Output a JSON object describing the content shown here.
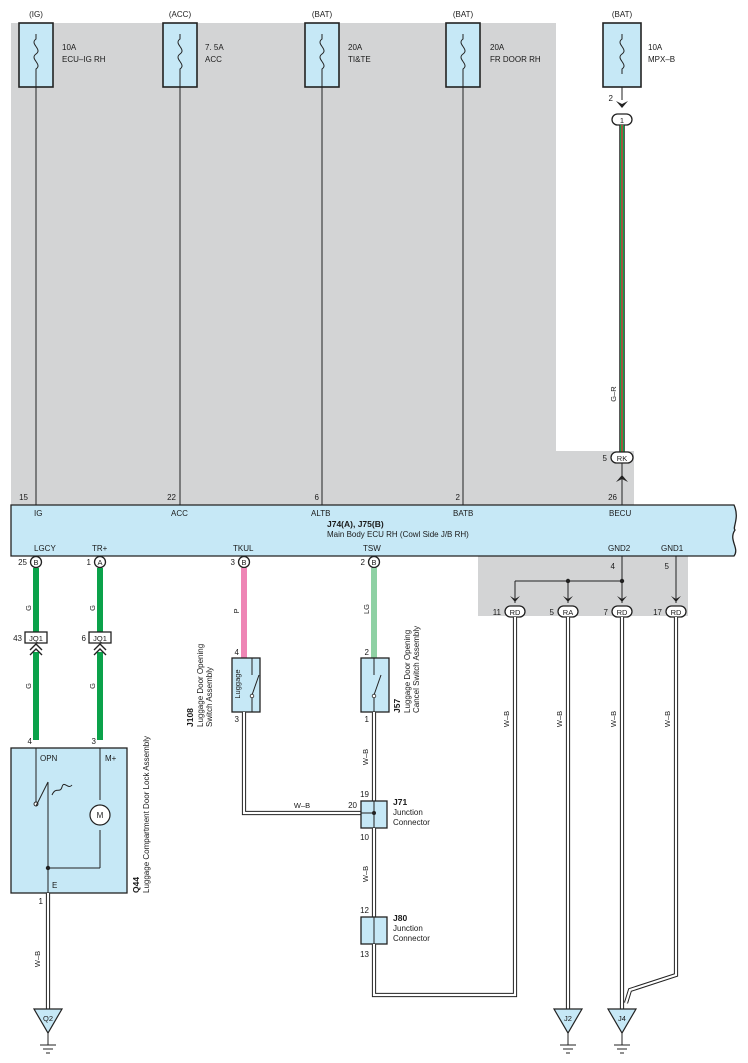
{
  "fuses": [
    {
      "source": "(IG)",
      "rating": "10A",
      "name": "ECU–IG RH"
    },
    {
      "source": "(ACC)",
      "rating": "7. 5A",
      "name": "ACC"
    },
    {
      "source": "(BAT)",
      "rating": "20A",
      "name": "TI&TE"
    },
    {
      "source": "(BAT)",
      "rating": "20A",
      "name": "FR DOOR RH"
    },
    {
      "source": "(BAT)",
      "rating": "10A",
      "name": "MPX–B"
    }
  ],
  "ecu": {
    "title": "J74(A), J75(B)",
    "subtitle": "Main Body ECU RH (Cowl Side J/B RH)",
    "top_pins": [
      {
        "num": "15",
        "label": "IG"
      },
      {
        "num": "22",
        "label": "ACC"
      },
      {
        "num": "6",
        "label": "ALTB"
      },
      {
        "num": "2",
        "label": "BATB"
      },
      {
        "num": "26",
        "label": "BECU"
      }
    ],
    "bottom_pins": [
      {
        "num": "25",
        "letter": "B",
        "label": "LGCY"
      },
      {
        "num": "1",
        "letter": "A",
        "label": "TR+"
      },
      {
        "num": "3",
        "letter": "B",
        "label": "TKUL"
      },
      {
        "num": "2",
        "letter": "B",
        "label": "TSW"
      },
      {
        "num": "4",
        "label": "GND2"
      },
      {
        "num": "5",
        "label": "GND1"
      }
    ]
  },
  "mpx": {
    "pin_top": "2",
    "conn1": "1",
    "wire": "G–R",
    "rk_pin": "5",
    "rk": "RK"
  },
  "wire_colors": {
    "g": "G",
    "p": "P",
    "lg": "LG",
    "wb": "W–B"
  },
  "jq": [
    {
      "pin": "43",
      "name": "JQ1"
    },
    {
      "pin": "6",
      "name": "JQ1"
    }
  ],
  "q44": {
    "code": "Q44",
    "name": "Luggage Compartment Door Lock Assembly",
    "pin_opn": "4",
    "pin_m": "3",
    "label_opn": "OPN",
    "label_m": "M+",
    "label_e": "E",
    "pin_e": "1",
    "motor": "M"
  },
  "j108": {
    "code": "J108",
    "name1": "Luggage Door Opening",
    "name2": "Switch Assembly",
    "inner": "Luggage",
    "pin_top": "4",
    "pin_bottom": "3"
  },
  "j57": {
    "code": "J57",
    "name1": "Luggage Door Opening",
    "name2": "Cancel Switch Assembly",
    "pin_top": "2",
    "pin_bottom": "1"
  },
  "j71": {
    "code": "J71",
    "name1": "Junction",
    "name2": "Connector",
    "pin_top": "19",
    "pin_left": "20",
    "pin_bottom": "10"
  },
  "j80": {
    "code": "J80",
    "name1": "Junction",
    "name2": "Connector",
    "pin_top": "12",
    "pin_bottom": "13"
  },
  "gnd_conns": [
    {
      "pin": "11",
      "name": "RD"
    },
    {
      "pin": "5",
      "name": "RA"
    },
    {
      "pin": "7",
      "name": "RD"
    },
    {
      "pin": "17",
      "name": "RD"
    }
  ],
  "grounds": [
    "Q2",
    "J2",
    "J4"
  ],
  "colors": {
    "ecu_fill": "#c6e8f6",
    "background_shade": "#d3d4d5",
    "wire_green": "#0aa24a",
    "wire_pink": "#ee85b5",
    "wire_light_green": "#8fd1a4",
    "wire_red": "#e0353a"
  }
}
